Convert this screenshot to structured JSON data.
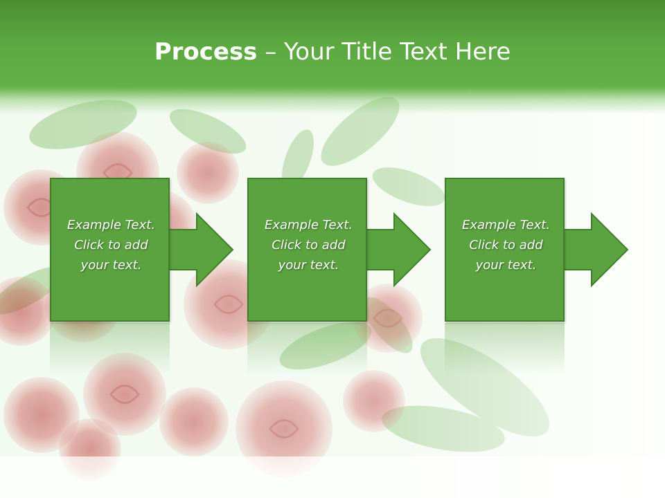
{
  "title": {
    "bold": "Process",
    "rest": " – Your Title Text Here"
  },
  "steps": [
    {
      "lines": [
        "Example Text.",
        "Click  to add",
        "your text."
      ]
    },
    {
      "lines": [
        "Example Text.",
        "Click  to add",
        "your text."
      ]
    },
    {
      "lines": [
        "Example Text.",
        "Click  to add",
        "your text."
      ]
    }
  ],
  "colors": {
    "header": "#5aa83f",
    "box": "#5aa33f",
    "border": "#3f7f2b",
    "rose": "#b83a35"
  }
}
